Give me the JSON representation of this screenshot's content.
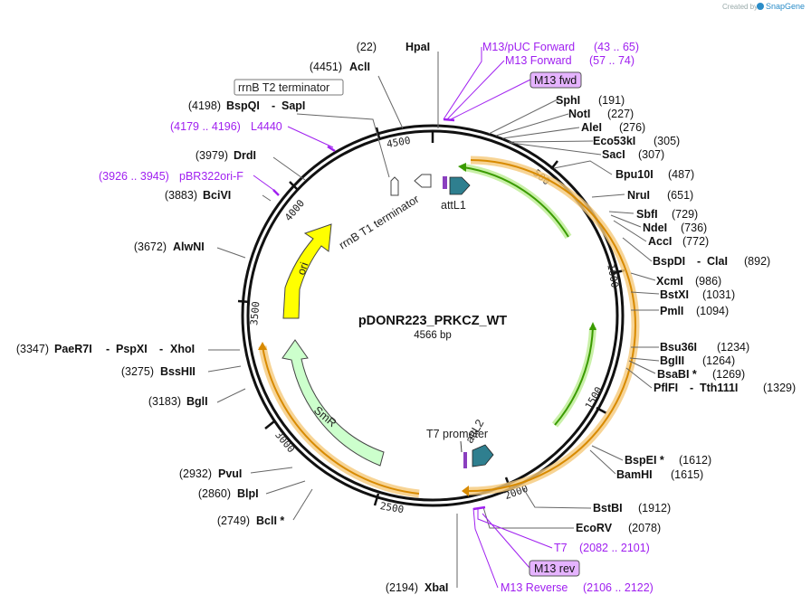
{
  "branding": {
    "created_by": "Created by",
    "brand": "SnapGene"
  },
  "plasmid": {
    "name": "pDONR223_PRKCZ_WT",
    "size": "4566 bp"
  },
  "ticks": [
    "500",
    "1000",
    "1500",
    "2000",
    "2500",
    "3000",
    "3500",
    "4000",
    "4500"
  ],
  "enzymes": [
    {
      "pos": "(22)",
      "name": "HpaI"
    },
    {
      "pos": "(4451)",
      "name": "AclI"
    },
    {
      "pos": "(4198)",
      "name": "BspQI",
      "name2": "SapI"
    },
    {
      "pos": "(3979)",
      "name": "DrdI"
    },
    {
      "pos": "(3883)",
      "name": "BciVI"
    },
    {
      "pos": "(3672)",
      "name": "AlwNI"
    },
    {
      "pos": "(3347)",
      "name": "PaeR7I",
      "name2": "PspXI",
      "name3": "XhoI"
    },
    {
      "pos": "(3275)",
      "name": "BssHII"
    },
    {
      "pos": "(3183)",
      "name": "BglI"
    },
    {
      "pos": "(2932)",
      "name": "PvuI"
    },
    {
      "pos": "(2860)",
      "name": "BlpI"
    },
    {
      "pos": "(2749)",
      "name": "BclI *"
    },
    {
      "pos": "(2194)",
      "name": "XbaI"
    },
    {
      "pos": "(191)",
      "name": "SphI"
    },
    {
      "pos": "(227)",
      "name": "NotI"
    },
    {
      "pos": "(276)",
      "name": "AleI"
    },
    {
      "pos": "(305)",
      "name": "Eco53kI"
    },
    {
      "pos": "(307)",
      "name": "SacI"
    },
    {
      "pos": "(487)",
      "name": "Bpu10I"
    },
    {
      "pos": "(651)",
      "name": "NruI"
    },
    {
      "pos": "(729)",
      "name": "SbfI"
    },
    {
      "pos": "(736)",
      "name": "NdeI"
    },
    {
      "pos": "(772)",
      "name": "AccI"
    },
    {
      "pos": "(892)",
      "name": "BspDI",
      "name2": "ClaI"
    },
    {
      "pos": "(986)",
      "name": "XcmI"
    },
    {
      "pos": "(1031)",
      "name": "BstXI"
    },
    {
      "pos": "(1094)",
      "name": "PmlI"
    },
    {
      "pos": "(1234)",
      "name": "Bsu36I"
    },
    {
      "pos": "(1264)",
      "name": "BglII"
    },
    {
      "pos": "(1269)",
      "name": "BsaBI *"
    },
    {
      "pos": "(1329)",
      "name": "PflFI",
      "name2": "Tth111I"
    },
    {
      "pos": "(1612)",
      "name": "BspEI *"
    },
    {
      "pos": "(1615)",
      "name": "BamHI"
    },
    {
      "pos": "(1912)",
      "name": "BstBI"
    },
    {
      "pos": "(2078)",
      "name": "EcoRV"
    }
  ],
  "primers": [
    {
      "name": "M13/pUC Forward",
      "range": "(43 .. 65)"
    },
    {
      "name": "M13 Forward",
      "range": "(57 .. 74)"
    },
    {
      "name": "M13 fwd",
      "range": ""
    },
    {
      "name": "L4440",
      "range": "(4179 .. 4196)"
    },
    {
      "name": "pBR322ori-F",
      "range": "(3926 .. 3945)"
    },
    {
      "name": "T7",
      "range": "(2082 .. 2101)"
    },
    {
      "name": "M13 rev",
      "range": ""
    },
    {
      "name": "M13 Reverse",
      "range": "(2106 .. 2122)"
    }
  ],
  "features": {
    "rrnb_t2": "rrnB T2 terminator",
    "rrnb_t1": "rrnB T1 terminator",
    "attl1": "attL1",
    "attl2": "attL2",
    "t7_promoter": "T7 promoter",
    "ori": "ori",
    "smr": "SmR"
  },
  "colors": {
    "ori": "#ffff00",
    "smr": "#ccffcc",
    "orf_glow": "#f5c97a",
    "orf_line": "#d88a00",
    "green_line": "#3a9b00",
    "green_glow": "#c9f0a8",
    "att": "#2f7f8f",
    "primer": "#a020f0",
    "primer_box": "#e5b3ff"
  }
}
